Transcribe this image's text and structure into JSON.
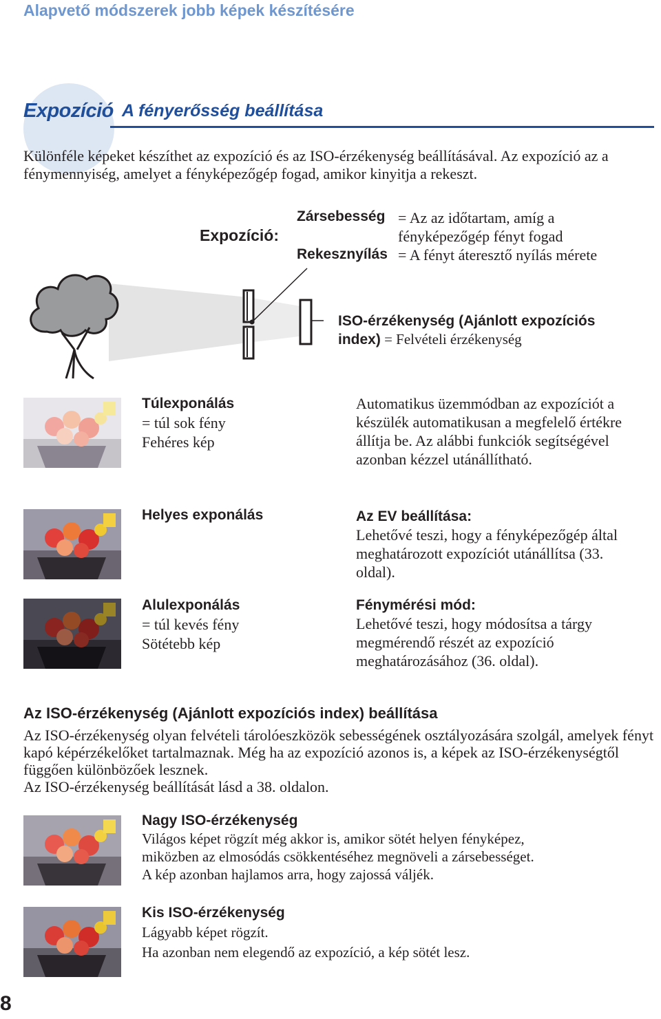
{
  "header": {
    "title": "Alapvető módszerek jobb képek készítésére"
  },
  "section": {
    "label": "Expozíció",
    "title": "A fényerősség beállítása"
  },
  "intro": "Különféle képeket készíthet az expozíció és az ISO-érzékenység beállításával. Az expozíció az a fénymennyiség, amelyet a fényképezőgép fogad, amikor kinyitja a rekeszt.",
  "exposure_diagram": {
    "label": "Expozíció:",
    "shutter_term": "Zársebesség",
    "shutter_def": "= Az az időtartam, amíg a fényképezőgép fényt fogad",
    "aperture_term": "Rekesznyílás",
    "aperture_def": "= A fényt áteresztő nyílás mérete",
    "iso_term": "ISO-érzékenység (Ajánlott expozíciós index)",
    "iso_def": "= Felvételi érzékenység"
  },
  "examples": [
    {
      "title": "Túlexponálás",
      "line1": "= túl sok fény",
      "line2": "Fehéres kép"
    },
    {
      "title": "Helyes exponálás"
    },
    {
      "title": "Alulexponálás",
      "line1": "= túl kevés fény",
      "line2": "Sötétebb kép"
    }
  ],
  "auto_text": "Automatikus üzemmódban az expozíciót a készülék automatikusan a megfelelő értékre állítja be. Az alábbi funkciók segítségével azonban kézzel utánállítható.",
  "ev": {
    "title": "Az EV beállítása:",
    "text": "Lehetővé teszi, hogy a fényképezőgép által meghatározott expozíciót utánállítsa (33. oldal)."
  },
  "metering": {
    "title": "Fénymérési mód:",
    "text": "Lehetővé teszi, hogy módosítsa a tárgy megmérendő részét az expozíció meghatározásához (36. oldal)."
  },
  "iso_section": {
    "heading": "Az ISO-érzékenység (Ajánlott expozíciós index) beállítása",
    "p1": "Az ISO-érzékenység olyan felvételi tárolóeszközök sebességének osztályozására szolgál, amelyek fényt kapó képérzékelőket tartalmaznak. Még ha az expozíció azonos is, a képek az ISO-érzékenységtől függően különbözőek lesznek.",
    "p2": "Az ISO-érzékenység beállítását lásd a 38. oldalon.",
    "high": {
      "title": "Nagy ISO-érzékenység",
      "l1": "Világos képet rögzít még akkor is, amikor sötét helyen fényképez,",
      "l2": "miközben az elmosódás csökkentéséhez megnöveli a zársebességet.",
      "l3": "A kép azonban hajlamos arra, hogy zajossá váljék."
    },
    "low": {
      "title": "Kis ISO-érzékenység",
      "l1": "Lágyabb képet rögzít.",
      "l2": "Ha azonban nem elegendő az expozíció, a kép sötét lesz."
    }
  },
  "page_number": "8",
  "colors": {
    "heading_blue": "#1f4e9b",
    "header_light_blue": "#6e96cf",
    "circle_tint": "#dde6f3"
  }
}
